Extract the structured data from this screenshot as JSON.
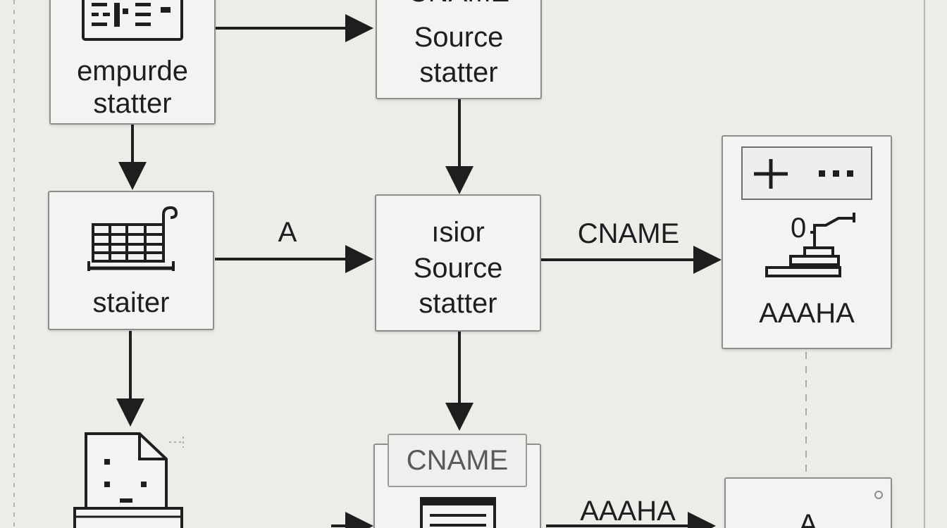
{
  "nodes": {
    "emp": {
      "label_line1": "empurde",
      "label_line2": "statter"
    },
    "cname_src": {
      "label_line1": "CNAME",
      "label_line2": "Source",
      "label_line3": "statter"
    },
    "staiter": {
      "label": "staiter"
    },
    "sior_src": {
      "label_line1": "ısior",
      "label_line2": "Source",
      "label_line3": "statter"
    },
    "aaaha": {
      "label": "AAAHA",
      "ctrl_value": "0"
    },
    "cname_box": {
      "tag": "CNAME"
    },
    "a_box": {
      "label": "A"
    }
  },
  "edges": {
    "a": "A",
    "cname": "CNAME",
    "aaaha": "AAAHA"
  },
  "colors": {
    "background": "#ecece9",
    "stroke": "#1e1e1e",
    "box_border": "#8d8d8a"
  }
}
